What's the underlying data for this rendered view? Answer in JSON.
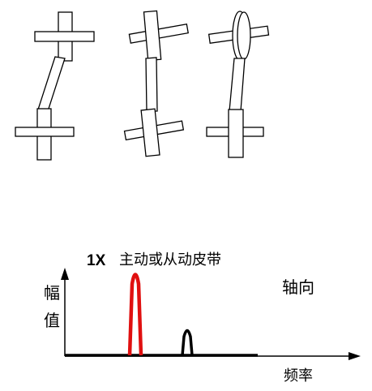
{
  "harmonic_label": "1X",
  "description": "主动或从动皮带",
  "direction": "轴向",
  "y_axis": {
    "line1": "幅",
    "line2": "值"
  },
  "x_axis": "频率",
  "colors": {
    "peak_1x": "#e01010",
    "spectrum": "#000000",
    "shaft": "#ffffff",
    "outline": "#000000"
  }
}
